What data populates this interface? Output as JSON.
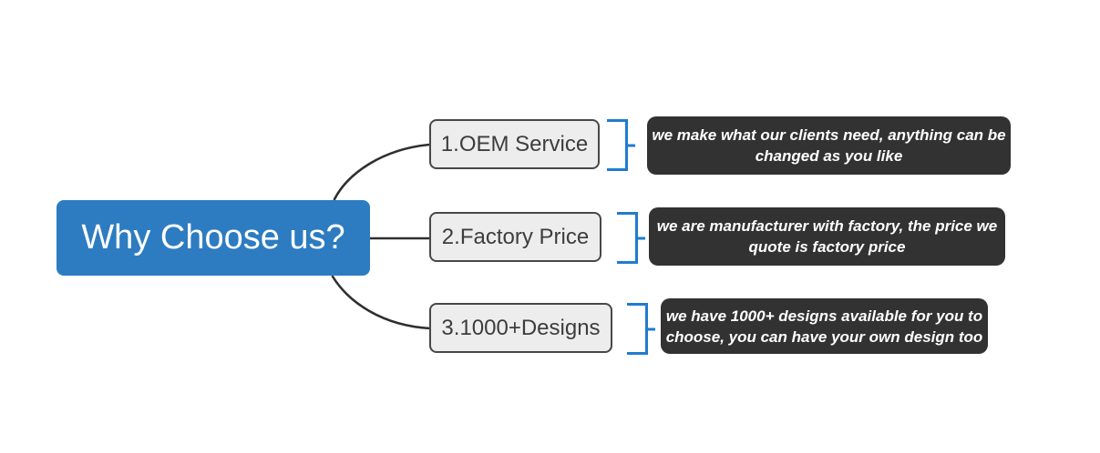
{
  "diagram": {
    "root": {
      "label": "Why Choose us?"
    },
    "branches": [
      {
        "topic": "1.OEM Service",
        "detail_lines": [
          "we make what our clients need, anything can be",
          "changed as you like"
        ]
      },
      {
        "topic": "2.Factory Price",
        "detail_lines": [
          "we are manufacturer with factory, the price we",
          "quote is factory price"
        ]
      },
      {
        "topic": "3.1000+Designs",
        "detail_lines": [
          "we have 1000+ designs available for you to",
          "choose, you can have your own design too"
        ]
      }
    ],
    "colors": {
      "root_bg": "#2d7cc1",
      "root_text": "#ffffff",
      "topic_bg": "#ededed",
      "topic_border": "#484848",
      "topic_text": "#3d3d3d",
      "detail_bg": "#323232",
      "detail_text": "#ffffff",
      "bracket": "#1f7ccd",
      "connector": "#2f2f2f",
      "canvas_bg": "#ffffff"
    }
  }
}
